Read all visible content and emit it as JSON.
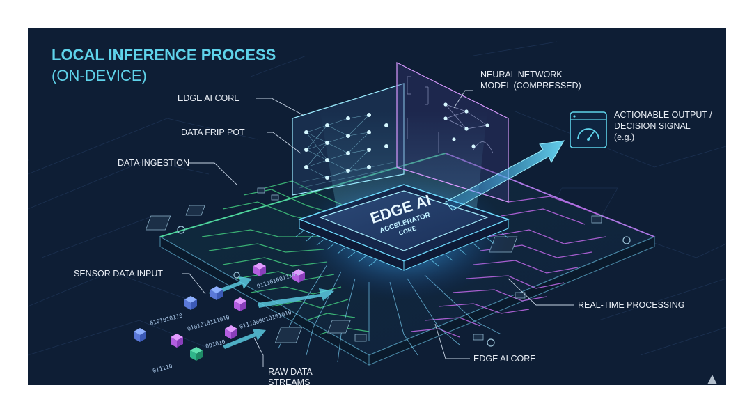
{
  "title": {
    "line1": "LOCAL INFERENCE PROCESS",
    "line2": "(ON-DEVICE)"
  },
  "labels": {
    "edge_ai_core_top": "EDGE AI CORE",
    "data_frip_pot": "DATA FRIP POT",
    "data_ingestion": "DATA INGESTION",
    "sensor_data_input": "SENSOR DATA INPUT",
    "raw_data_streams_1": "RAW DATA",
    "raw_data_streams_2": "STREAMS",
    "neural_network_1": "NEURAL NETWORK",
    "neural_network_2": "MODEL (COMPRESSED)",
    "actionable_1": "ACTIONABLE OUTPUT /",
    "actionable_2": "DECISION SIGNAL",
    "actionable_3": "(e.g.)",
    "real_time_processing": "REAL-TIME PROCESSING",
    "edge_ai_core_bottom": "EDGE AI CORE"
  },
  "chip": {
    "line1": "EDGE AI",
    "line2": "ACCELERATOR",
    "line3": "CORE"
  },
  "binary_streams": [
    "0101010110",
    "0101010111010",
    "001010",
    "01110100111010",
    "0111000010101010",
    "011110"
  ],
  "colors": {
    "background": "#0e1e35",
    "title": "#5fd3ea",
    "label": "#e9eef5",
    "cyan_glow": "#4fd8ff",
    "trace_green": "#3fbf7a",
    "trace_purple": "#b865e0",
    "cube_blue": "#6f8dff",
    "cube_purple": "#c06ae6",
    "cube_green": "#2fb58a"
  },
  "icons": [
    "gauge-icon",
    "arrow-icon",
    "cube-icon",
    "neural-net-icon"
  ]
}
